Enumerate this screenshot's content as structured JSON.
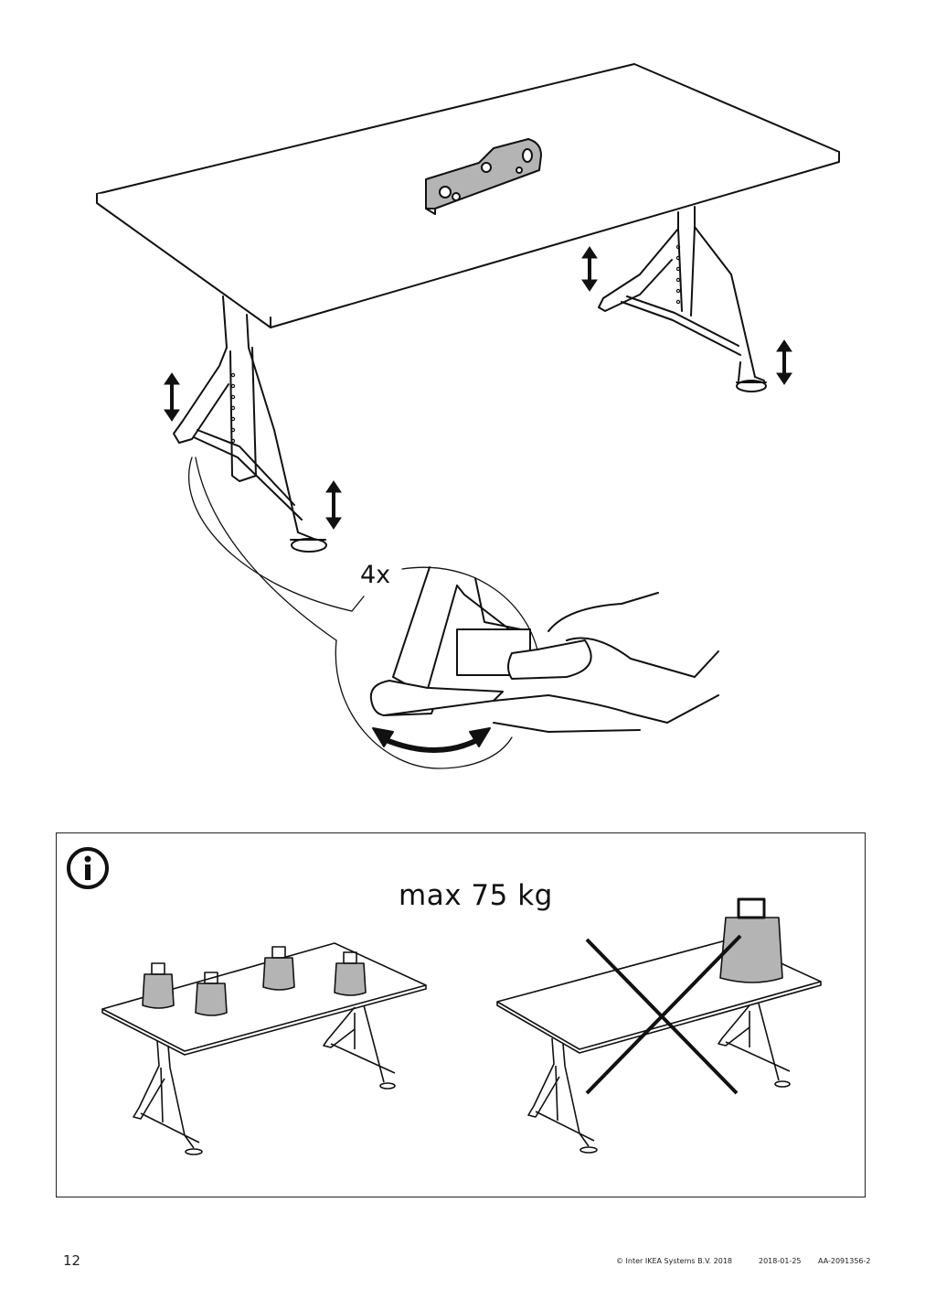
{
  "assembly_step": {
    "repeat_count": "4x"
  },
  "info_panel": {
    "icon": "info-icon",
    "max_load_label": "max 75 kg"
  },
  "footer": {
    "page_number": "12",
    "copyright": "© Inter IKEA Systems B.V. 2018",
    "date": "2018-01-25",
    "document_code": "AA-2091356-2"
  },
  "colors": {
    "line": "#111111",
    "fill_gray": "#b4b4b4",
    "background": "#ffffff"
  }
}
